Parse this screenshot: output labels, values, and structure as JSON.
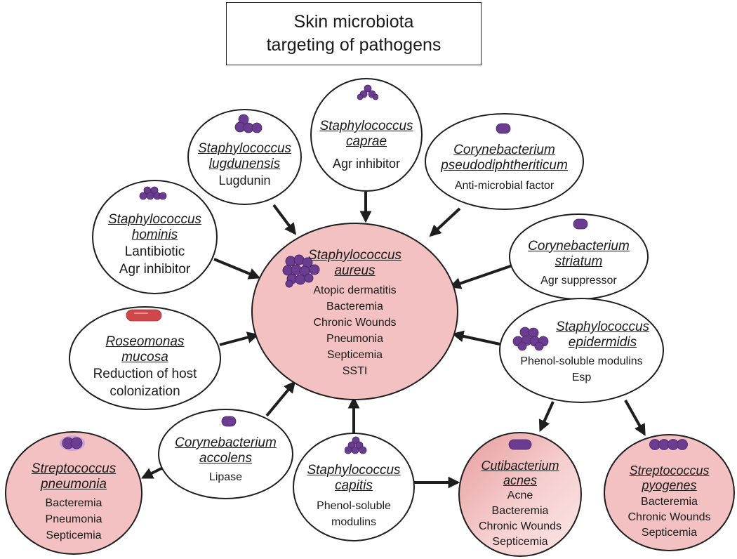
{
  "title": {
    "line1": "Skin microbiota",
    "line2": "targeting of pathogens"
  },
  "nodes": {
    "s_aureus": {
      "name1": "Staphylococcus",
      "name2": "aureus",
      "effects": [
        "Atopic dermatitis",
        "Bacteremia",
        "Chronic Wounds",
        "Pneumonia",
        "Septicemia",
        "SSTI"
      ]
    },
    "s_caprae": {
      "name1": "Staphylococcus",
      "name2": "caprae",
      "effects": [
        "Agr inhibitor"
      ]
    },
    "s_lugdunensis": {
      "name1": "Staphylococcus",
      "name2": "lugdunensis",
      "effects": [
        "Lugdunin"
      ]
    },
    "c_pseudodiphtheriticum": {
      "name1": "Corynebacterium",
      "name2": "pseudodiphtheriticum",
      "effects": [
        "Anti-microbial factor"
      ]
    },
    "s_hominis": {
      "name1": "Staphylococcus",
      "name2": "hominis",
      "effects": [
        "Lantibiotic",
        "Agr inhibitor"
      ]
    },
    "c_striatum": {
      "name1": "Corynebacterium",
      "name2": "striatum",
      "effects": [
        "Agr suppressor"
      ]
    },
    "r_mucosa": {
      "name1": "Roseomonas",
      "name2": "mucosa",
      "effects": [
        "Reduction of host",
        "colonization"
      ]
    },
    "s_epidermidis": {
      "name1": "Staphylococcus",
      "name2": "epidermidis",
      "effects": [
        "Phenol-soluble modulins",
        "Esp"
      ]
    },
    "c_accolens": {
      "name1": "Corynebacterium",
      "name2": "accolens",
      "effects": [
        "Lipase"
      ]
    },
    "s_capitis": {
      "name1": "Staphylococcus",
      "name2": "capitis",
      "effects": [
        "Phenol-soluble",
        "modulins"
      ]
    },
    "strep_pneumonia": {
      "name1": "Streptococcus",
      "name2": "pneumonia",
      "effects": [
        "Bacteremia",
        "Pneumonia",
        "Septicemia"
      ]
    },
    "c_acnes": {
      "name1": "Cutibacterium",
      "name2": "acnes",
      "effects": [
        "Acne",
        "Bacteremia",
        "Chronic Wounds",
        "Septicemia"
      ]
    },
    "strep_pyogenes": {
      "name1": "Streptococcus",
      "name2": "pyogenes",
      "effects": [
        "Bacteremia",
        "Chronic Wounds",
        "Septicemia"
      ]
    }
  },
  "colors": {
    "pathogen_fill": "#f3c1c1",
    "outline": "#1e1e1e",
    "bacteria_purple": "#6b3d91",
    "roseomonas_red": "#d0474b"
  }
}
